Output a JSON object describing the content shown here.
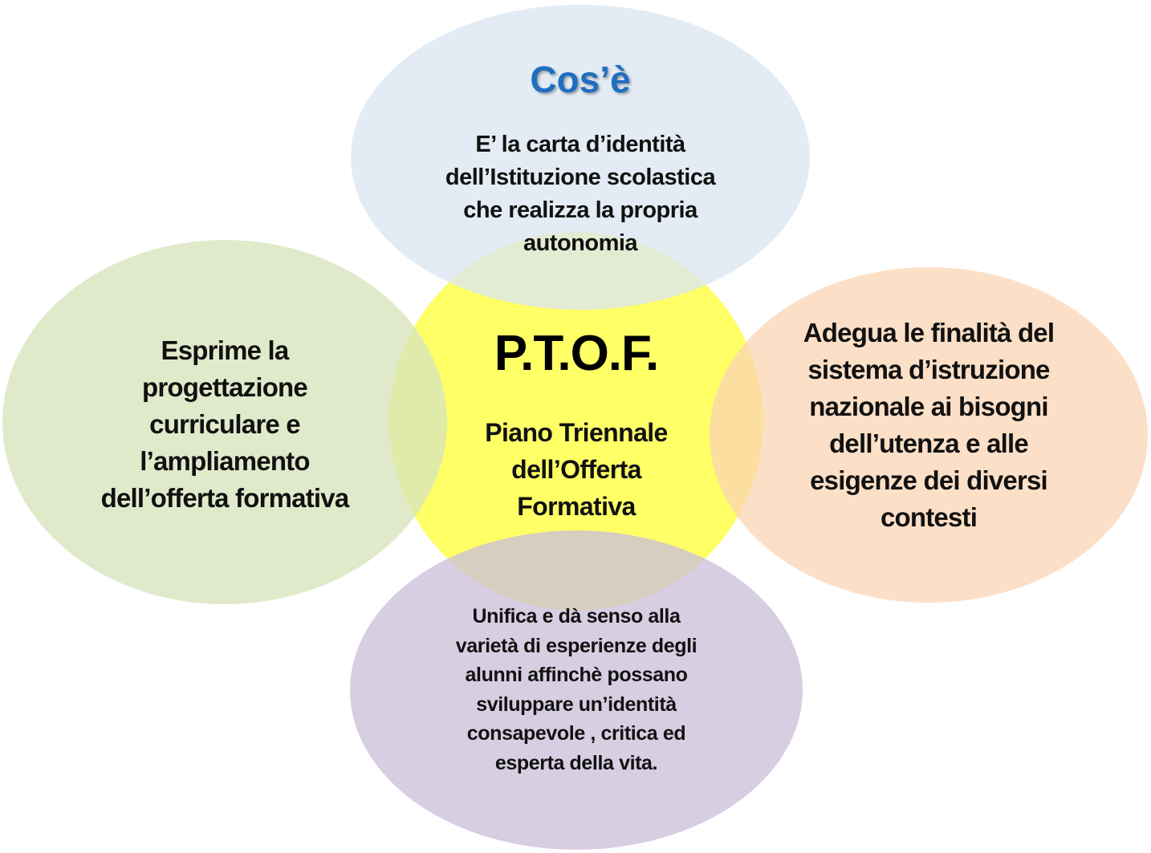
{
  "center": {
    "title": "P.T.O.F.",
    "subtitle_lines": [
      "Piano Triennale",
      "dell’Offerta",
      "Formativa"
    ]
  },
  "top": {
    "title": "Cos’è",
    "lines": [
      "E’ la carta d’identità",
      "dell’Istituzione scolastica",
      "che realizza la propria",
      "autonomia"
    ]
  },
  "left": {
    "lines": [
      "Esprime la",
      "progettazione",
      "curriculare e",
      "l’ampliamento",
      "dell’offerta formativa"
    ]
  },
  "right": {
    "lines": [
      "Adegua le finalità del",
      "sistema d’istruzione",
      "nazionale ai bisogni",
      "dell’utenza e alle",
      "esigenze dei diversi",
      "contesti"
    ]
  },
  "bottom": {
    "lines": [
      "Unifica e dà senso alla",
      "varietà di esperienze degli",
      "alunni affinchè possano",
      "sviluppare un’identità",
      "consapevole , critica ed",
      "esperta della vita."
    ]
  },
  "colors": {
    "center": "#ffff66",
    "top": "#dbe5f1",
    "left": "#d7e4bc",
    "right": "#fbd4b4",
    "bottom": "#ccc0da",
    "title_blue": "#1f6fc0"
  }
}
